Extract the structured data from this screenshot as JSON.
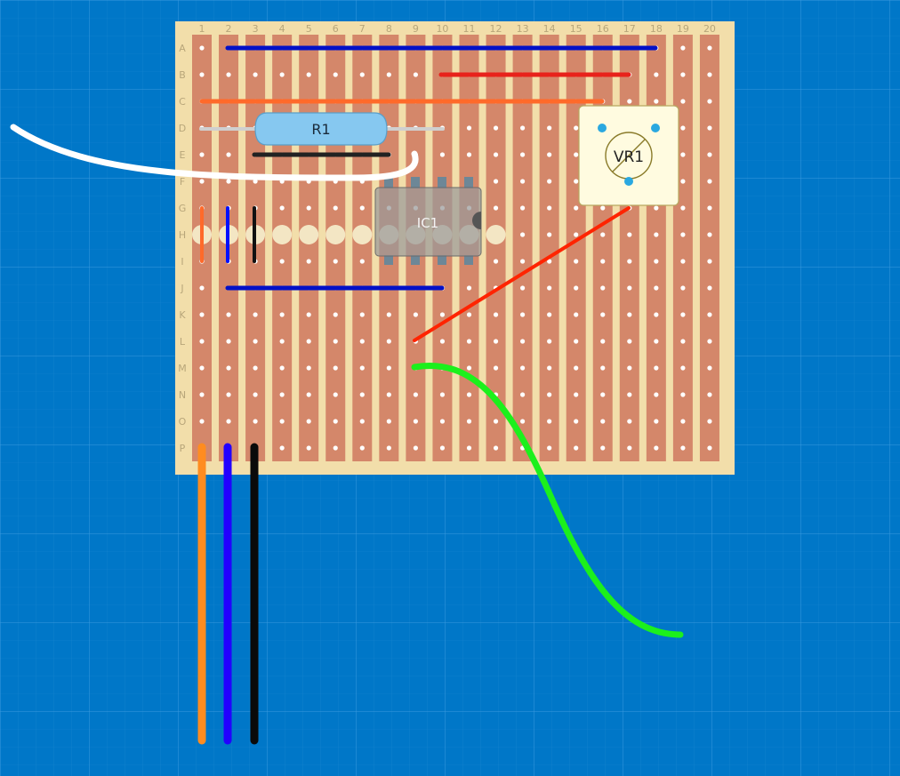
{
  "board": {
    "columns": [
      "1",
      "2",
      "3",
      "4",
      "5",
      "6",
      "7",
      "8",
      "9",
      "10",
      "11",
      "12",
      "13",
      "14",
      "15",
      "16",
      "17",
      "18",
      "19",
      "20"
    ],
    "rows": [
      "A",
      "B",
      "C",
      "D",
      "E",
      "F",
      "G",
      "H",
      "I",
      "J",
      "K",
      "L",
      "M",
      "N",
      "O",
      "P"
    ],
    "colors": {
      "background": "#0077c8",
      "grid": "#2a8fd4",
      "board": "#f2deaa",
      "strip": "#d4876a",
      "hole": "#ffffff",
      "label": "#b8a67a"
    }
  },
  "components": {
    "r1": {
      "label": "R1",
      "body_color": "#86c8f0",
      "lead_color": "#cfcfcf"
    },
    "ic1": {
      "label": "IC1",
      "body_color": "#9a9a9a",
      "pin_color": "#6d8797"
    },
    "vr1": {
      "label": "VR1",
      "body_color": "#fffbe0",
      "pin_color": "#2aa8e0"
    }
  },
  "wires": [
    {
      "name": "wire-blue-row-a",
      "color": "#0010c8"
    },
    {
      "name": "wire-red-row-b",
      "color": "#e8221b"
    },
    {
      "name": "wire-orange-row-c",
      "color": "#ff6a2a"
    },
    {
      "name": "wire-black-row-e",
      "color": "#222222"
    },
    {
      "name": "wire-blue-row-j",
      "color": "#0010c8"
    },
    {
      "name": "wire-orange-short",
      "color": "#ff6a2a"
    },
    {
      "name": "wire-blue-short",
      "color": "#0010ff"
    },
    {
      "name": "wire-black-short",
      "color": "#111111"
    },
    {
      "name": "wire-red-diagonal",
      "color": "#ff2400"
    },
    {
      "name": "wire-white-flying",
      "color": "#ffffff"
    },
    {
      "name": "wire-green-flying",
      "color": "#1cf01c"
    },
    {
      "name": "wire-orange-lead",
      "color": "#ff8c20"
    },
    {
      "name": "wire-blue-lead",
      "color": "#2200ff"
    },
    {
      "name": "wire-black-lead",
      "color": "#0a0a0a"
    }
  ]
}
